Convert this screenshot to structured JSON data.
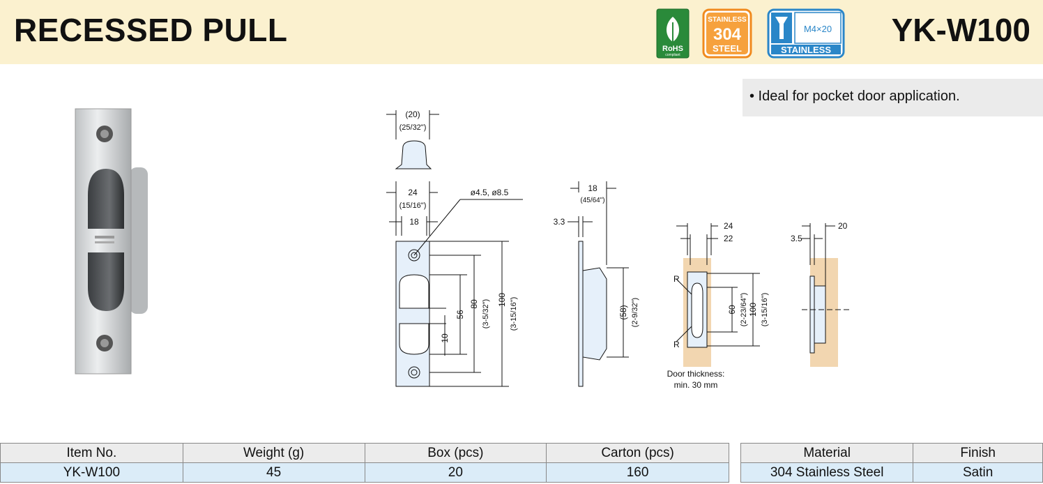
{
  "header": {
    "title": "RECESSED PULL",
    "model": "YK-W100"
  },
  "badges": {
    "rohs": {
      "line1": "RoHS",
      "line2": "compliant",
      "color": "#2a8a3a"
    },
    "stainless304": {
      "top": "STAINLESS",
      "mid": "304",
      "bottom": "STEEL",
      "color": "#f08a1e"
    },
    "screw": {
      "size": "M4×20",
      "label": "STAINLESS",
      "color": "#2a86c8"
    }
  },
  "features": [
    "• Ideal for pocket door application."
  ],
  "drawing": {
    "top_view": {
      "width": "(20)",
      "width_in": "(25/32\")"
    },
    "front": {
      "w24": "24",
      "w24_in": "(15/16\")",
      "w18": "18",
      "holes": "ø4.5, ø8.5",
      "h56": "56",
      "h10": "10",
      "h80": "80",
      "h80_in": "(3-5/32\")",
      "h100": "100",
      "h100_in": "(3-15/16\")"
    },
    "side": {
      "d18": "18",
      "d18_in": "(45/64\")",
      "d33": "3.3",
      "h58": "(58)",
      "h58_in": "(2-9/32\")"
    },
    "cutout": {
      "d24": "24",
      "d22": "22",
      "r1": "R",
      "r2": "R",
      "h60": "60",
      "h60_in": "(2-23/64\")",
      "h100": "100",
      "h100_in": "(3-15/16\")",
      "note1": "Door thickness:",
      "note2": "min. 30 mm"
    },
    "install": {
      "d20": "20",
      "d35": "3.5"
    }
  },
  "spec_table": {
    "headers": [
      "Item No.",
      "Weight (g)",
      "Box (pcs)",
      "Carton (pcs)"
    ],
    "row": [
      "YK-W100",
      "45",
      "20",
      "160"
    ]
  },
  "material_table": {
    "headers": [
      "Material",
      "Finish"
    ],
    "row": [
      "304 Stainless Steel",
      "Satin"
    ]
  }
}
